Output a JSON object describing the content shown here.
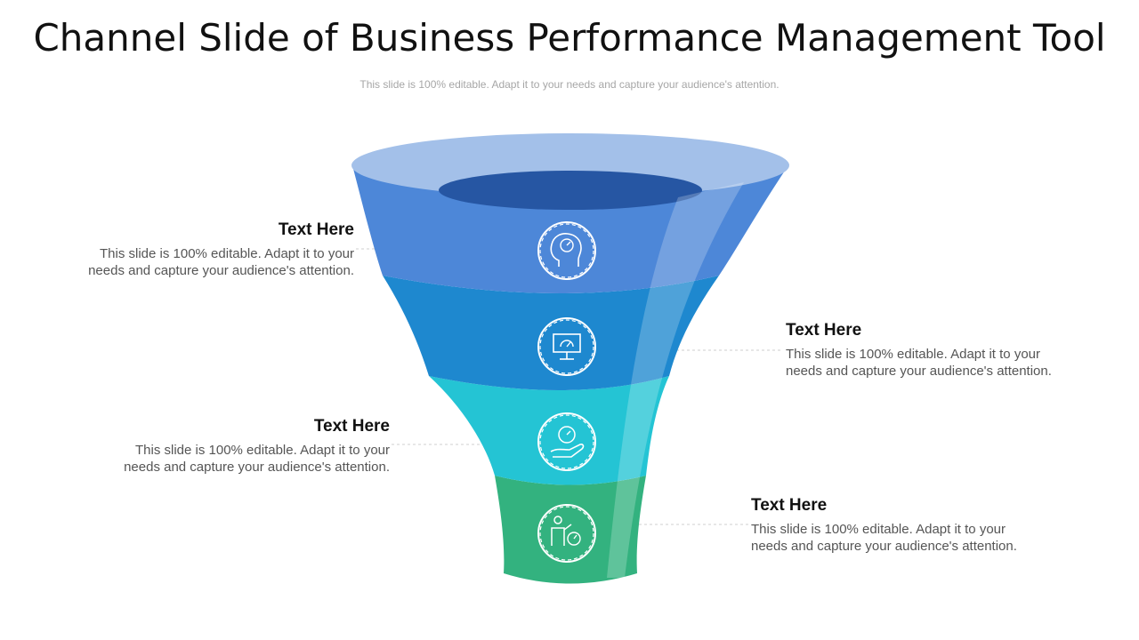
{
  "slide": {
    "title": "Channel Slide of Business Performance Management Tool",
    "subtitle": "This slide is 100% editable. Adapt it to your needs and capture your audience's attention."
  },
  "stages": [
    {
      "heading": "Text Here",
      "body_line1": "This slide is 100% editable. Adapt it to your",
      "body_line2": "needs and capture your audience's attention.",
      "icon": "head-gauge-icon",
      "color": "#4d87d8"
    },
    {
      "heading": "Text Here",
      "body_line1": "This slide is 100% editable. Adapt it to your",
      "body_line2": "needs and capture your audience's attention.",
      "icon": "monitor-gauge-icon",
      "color": "#1e88cf"
    },
    {
      "heading": "Text Here",
      "body_line1": "This slide is 100% editable. Adapt it to your",
      "body_line2": "needs and capture your audience's attention.",
      "icon": "hand-gauge-icon",
      "color": "#24c4d4"
    },
    {
      "heading": "Text Here",
      "body_line1": "This slide is 100% editable. Adapt it to your",
      "body_line2": "needs and capture your audience's attention.",
      "icon": "person-gauge-icon",
      "color": "#33b27f"
    }
  ],
  "colors": {
    "rim": "#a3c0e9",
    "inner": "#2656a3"
  }
}
